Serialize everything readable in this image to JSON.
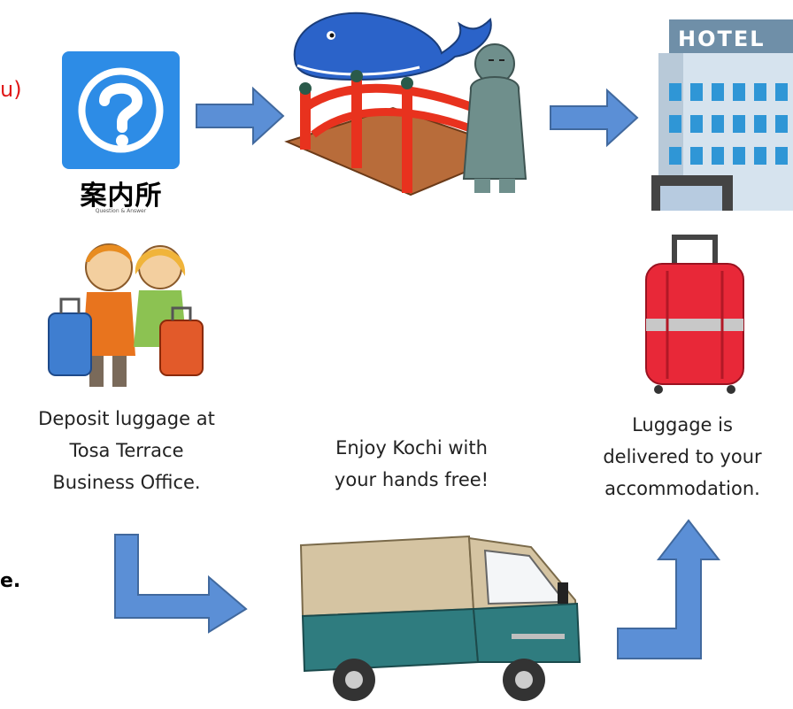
{
  "edge_fragments": {
    "top_left": "u)",
    "bottom_left": "e."
  },
  "info_office": {
    "icon": "question-mark-icon",
    "label": "案内所",
    "sublabel": "Question & Answer"
  },
  "hotel": {
    "sign_text": "HOTEL"
  },
  "captions": {
    "deposit": [
      "Deposit luggage at",
      "Tosa Terrace",
      "Business Office."
    ],
    "enjoy": [
      "Enjoy Kochi with",
      "your hands free!"
    ],
    "delivered": [
      "Luggage is",
      "delivered to your",
      "accommodation."
    ]
  },
  "colors": {
    "arrow": "#5b8fd6",
    "info_blue": "#2d8ce6",
    "whale": "#2b63c9",
    "bridge_red": "#e8321e",
    "statue": "#6f8f8c",
    "suitcase_red": "#e82838",
    "truck_teal": "#2f7c7f",
    "truck_beige": "#d5c4a2"
  }
}
